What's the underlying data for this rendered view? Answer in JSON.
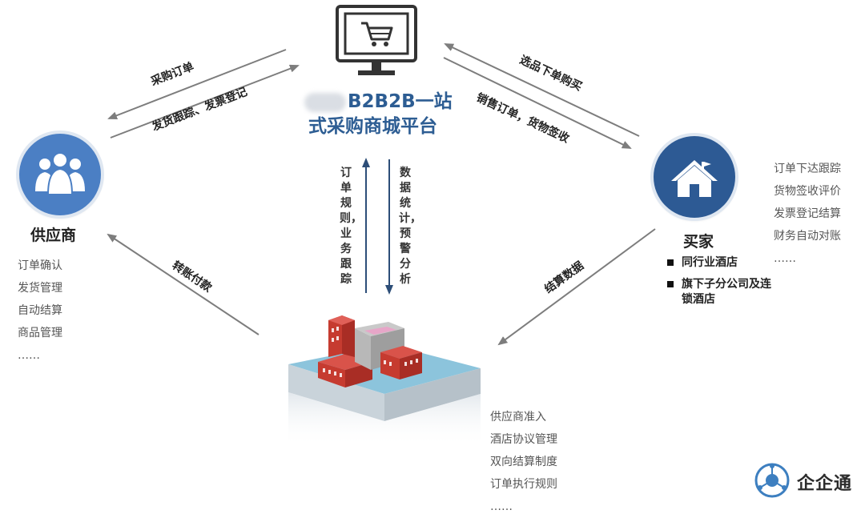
{
  "platform": {
    "title_line1": "B2B2B一站",
    "title_line2": "式采购商城平台"
  },
  "supplier": {
    "title": "供应商",
    "functions": [
      "订单确认",
      "发货管理",
      "自动结算",
      "商品管理",
      "……"
    ]
  },
  "buyer": {
    "title": "买家",
    "types": [
      "同行业酒店",
      "旗下子分公司及连锁酒店"
    ],
    "functions": [
      "订单下达跟踪",
      "货物签收评价",
      "发票登记结算",
      "财务自动对账",
      "……"
    ]
  },
  "hq": {
    "functions": [
      "供应商准入",
      "酒店协议管理",
      "双向结算制度",
      "订单执行规则",
      "……"
    ]
  },
  "arrows": {
    "purchase_order": "采购订单",
    "shipping_invoice": "发货跟踪、发票登记",
    "select_buy": "选品下单购买",
    "sales_order_receipt": "销售订单，货物签收",
    "transfer_payment": "转账付款",
    "settlement_data": "结算数据",
    "up_rules": "订单规则，业务跟踪",
    "down_stats": "数据统计，预警分析"
  },
  "logo": {
    "text": "企企通"
  },
  "colors": {
    "circle_blue": "#4b7fc4",
    "house_blue": "#2d5a94",
    "title_blue": "#2d5d93",
    "arrow_gray": "#7d7d7d",
    "arrow_navy": "#2d4e78"
  },
  "icons": {
    "supplier": "people-group-icon",
    "buyer": "house-icon",
    "platform": "monitor-cart-icon",
    "hq": "factory-building-icon",
    "logo": "network-logo-icon"
  }
}
